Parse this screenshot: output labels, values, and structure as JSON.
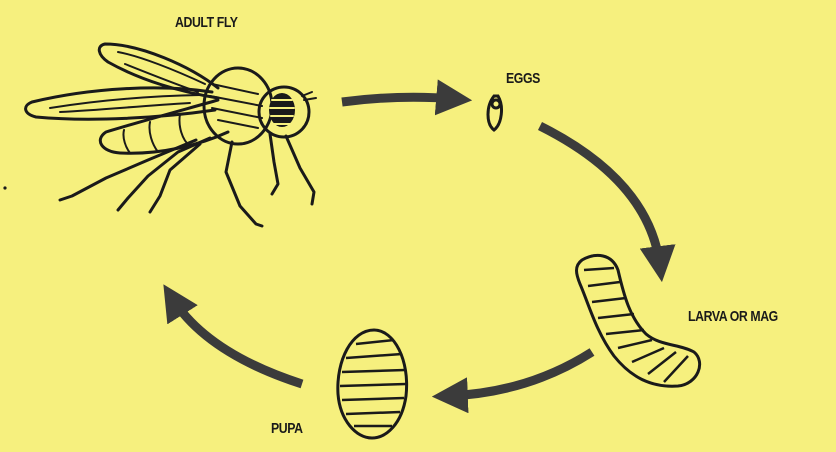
{
  "colors": {
    "background": "#f6f07e",
    "arrow": "#3b3b3b",
    "ink": "#1a1a1a"
  },
  "stages": {
    "adult": "ADULT FLY",
    "eggs": "EGGS",
    "larva": "LARVA OR MAG",
    "pupa": "PUPA"
  }
}
